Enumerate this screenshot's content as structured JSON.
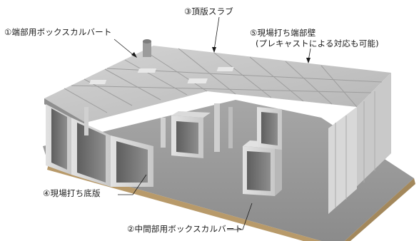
{
  "labels": {
    "end_culvert": "①端部用ボックスカルバート",
    "top_slab": "③頂版スラブ",
    "end_wall_line1": "⑤現場打ち端部壁",
    "end_wall_line2": "(プレキャストによる対応も可能)",
    "base_slab": "④現場打ち底版",
    "middle_culvert": "②中間部用ボックスカルバート"
  },
  "colors": {
    "slab_top": "#c6c6c6",
    "slab_edge": "#8f8f8f",
    "wall_light": "#dcdcdc",
    "wall_shadow": "#7a7a7a",
    "interior": "#6f6f6f",
    "base_floor": "#9a9a9a",
    "base_rim": "#b89a6a",
    "leader": "#1a1a1a"
  }
}
